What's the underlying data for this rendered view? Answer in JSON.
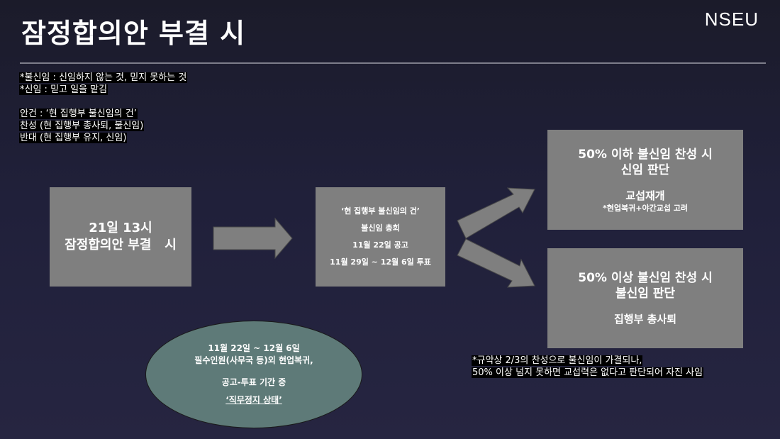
{
  "title": "잠정합의안 부결 시",
  "logo": "NSEU",
  "notes": {
    "def1": "*불신임 : 신임하지 않는 것, 믿지 못하는 것",
    "def2": "*신임 : 믿고 일을 맡김",
    "agenda": "안건 : ‘현 집행부 불신임의 건’",
    "yes": "찬성 (현 집행부 총사퇴, 불신임)",
    "no": "반대 (현 집행부 유지, 신임)"
  },
  "box1": {
    "line1": "21일 13시",
    "line2": "잠정합의안 부결   시"
  },
  "box2": {
    "line1": "‘현 집행부 불신임의 건’",
    "line2": "불신임 총회",
    "line3": "11월 22일 공고",
    "line4": "11월 29일 ~ 12월 6일 투표"
  },
  "box3": {
    "line1": "50% 이하 불신임 찬성 시",
    "line2": "신임 판단",
    "line3": "교섭재개",
    "line4": "*현업복귀+야간교섭 고려"
  },
  "box4": {
    "line1": "50% 이상 불신임 찬성 시",
    "line2": "불신임 판단",
    "line3": "집행부 총사퇴"
  },
  "ellipse": {
    "line1": "11월 22일 ~ 12월 6일",
    "line2": "필수인원(사무국 등)외 현업복귀,",
    "line3": "공고-투표 기간 중",
    "line4": "‘직무정지 상태’"
  },
  "footnote": {
    "line1": "*규약상 2/3의 찬성으로 불신임이 가결되나,",
    "line2": "50% 이상 넘지 못하면 교섭력은 없다고 판단되어 자진 사임"
  },
  "colors": {
    "box": "#7f7f7f",
    "ellipse": "#5e7a78",
    "background": "#20203a",
    "text_highlight": "#000000"
  }
}
